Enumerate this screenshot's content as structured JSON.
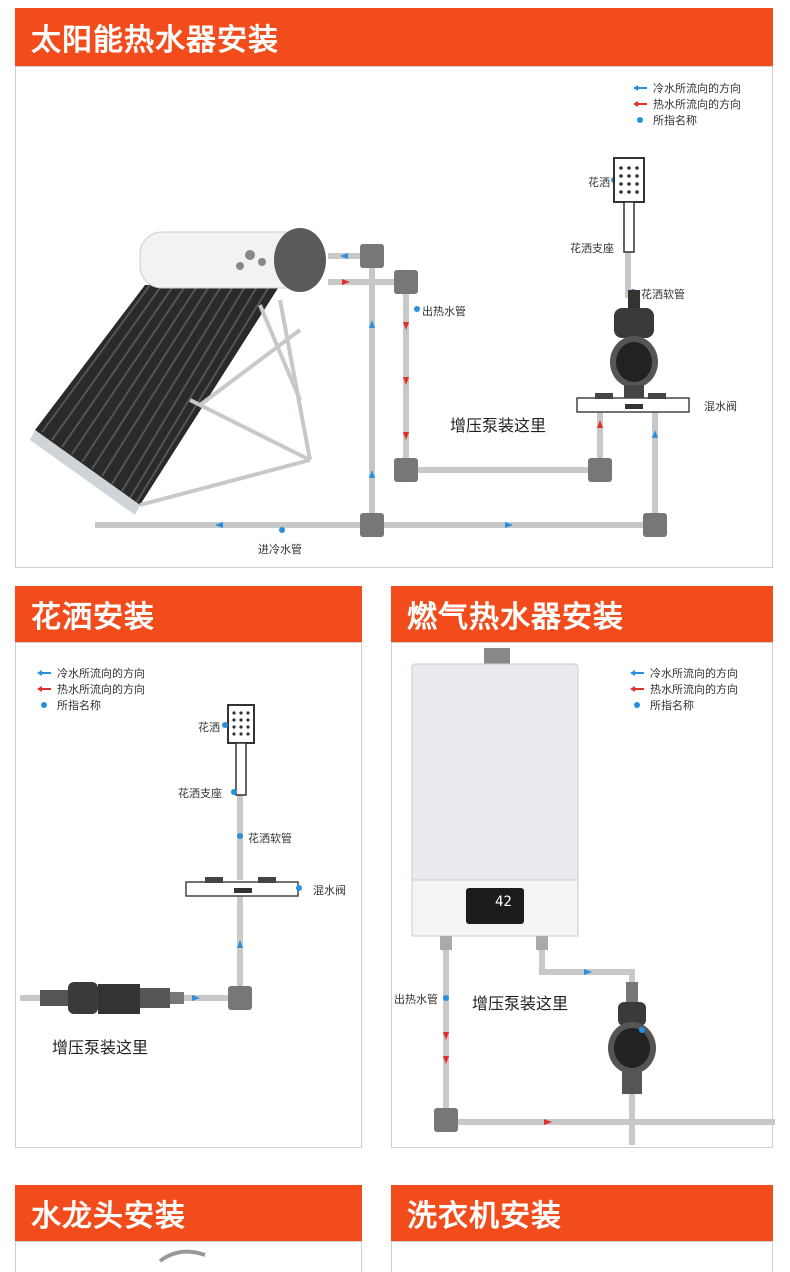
{
  "sections": {
    "solar": {
      "title": "太阳能热水器安装"
    },
    "shower": {
      "title": "花洒安装"
    },
    "gas": {
      "title": "燃气热水器安装"
    },
    "faucet": {
      "title": "水龙头安装"
    },
    "washer": {
      "title": "洗衣机安装"
    }
  },
  "legend": {
    "cold": "冷水所流向的方向",
    "hot": "热水所流向的方向",
    "pointer": "所指名称"
  },
  "labels": {
    "shower_head": "花洒",
    "shower_mount": "花洒支座",
    "shower_hose": "花洒软管",
    "hot_out_pipe": "出热水管",
    "mixing_valve": "混水阀",
    "pump_here": "增压泵装这里",
    "cold_in_pipe": "进冷水管",
    "heater_display": "42"
  },
  "colors": {
    "banner": "#f24c1c",
    "cold_arrow": "#2b8fe0",
    "hot_arrow": "#e0302b",
    "pipe": "#9a9a9a"
  }
}
